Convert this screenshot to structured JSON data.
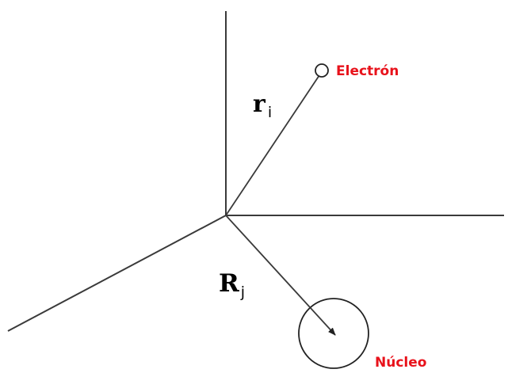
{
  "diagram": {
    "vectors": {
      "electron": {
        "symbol": "r",
        "subscript": "i"
      },
      "nucleus": {
        "symbol": "R",
        "subscript": "j"
      }
    },
    "particles": {
      "electron": {
        "label": "Electrón"
      },
      "nucleus": {
        "label": "Núcleo"
      }
    },
    "colors": {
      "label_red": "#e8121b",
      "line": "#3a3a3a"
    }
  }
}
